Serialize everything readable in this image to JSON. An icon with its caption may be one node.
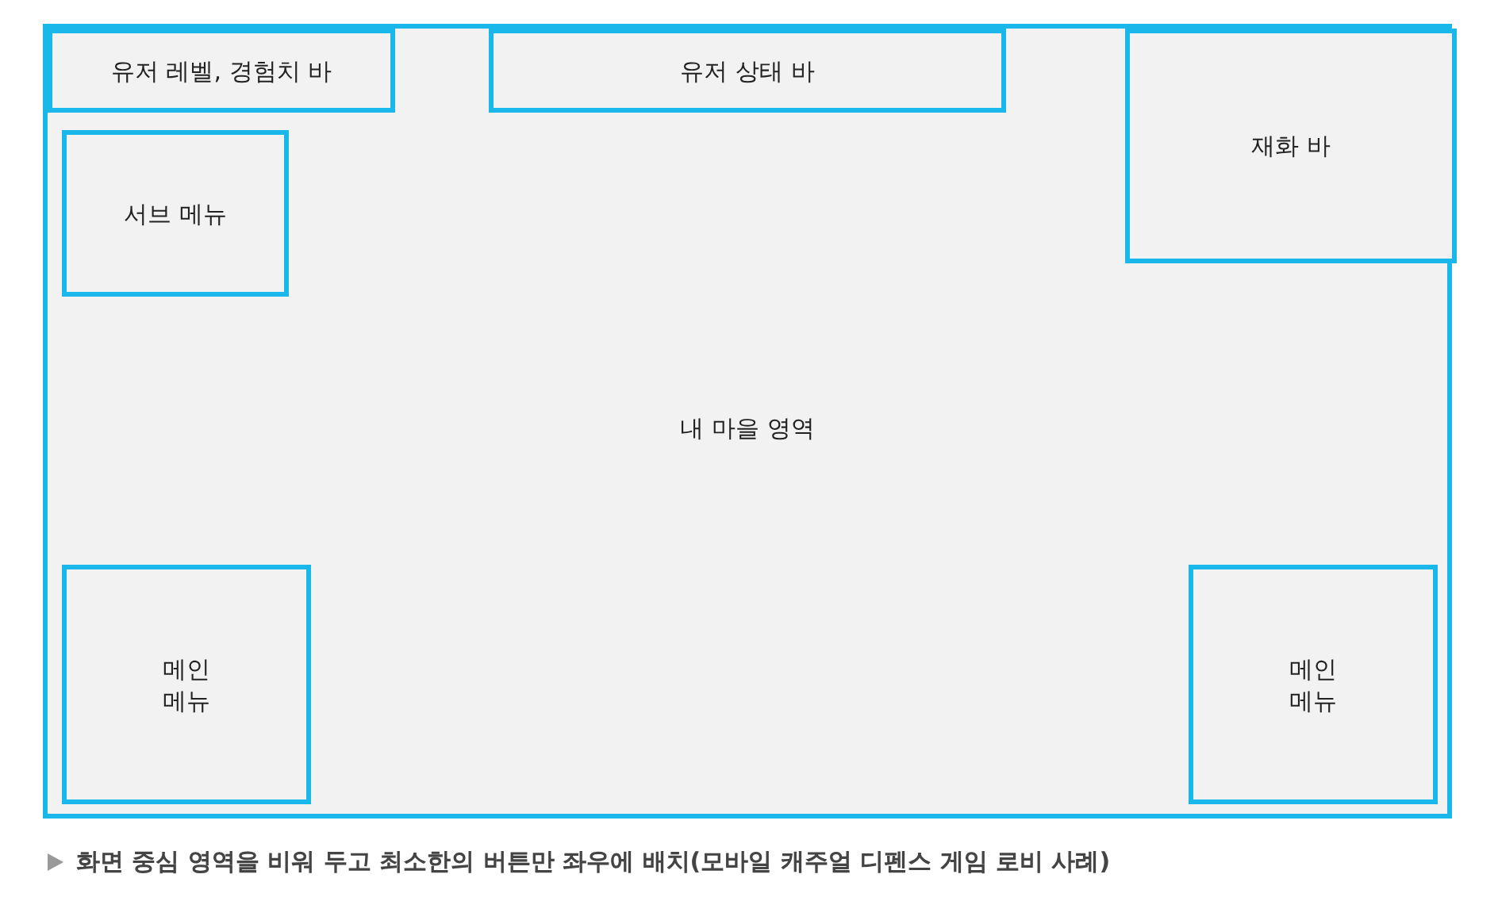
{
  "diagram": {
    "caption": "화면 중심 영역을 비워 두고 최소한의 버튼만 좌우에 배치(모바일 캐주얼 디펜스 게임 로비 사례)",
    "nodes": [
      {
        "text": [
          "내 마을 영역"
        ]
      },
      {
        "text": [
          "유저 레벨, 경험치 바"
        ],
        "in": 0
      },
      {
        "text": [
          "유저 상태 바"
        ],
        "in": 0
      },
      {
        "text": [
          "재화 바"
        ],
        "in": 0
      },
      {
        "text": [
          "서브 메뉴"
        ],
        "in": 0
      },
      {
        "text": [
          "메인 메뉴"
        ],
        "in": 0
      },
      {
        "text": [
          "메인 메뉴"
        ],
        "in": 0
      }
    ]
  }
}
